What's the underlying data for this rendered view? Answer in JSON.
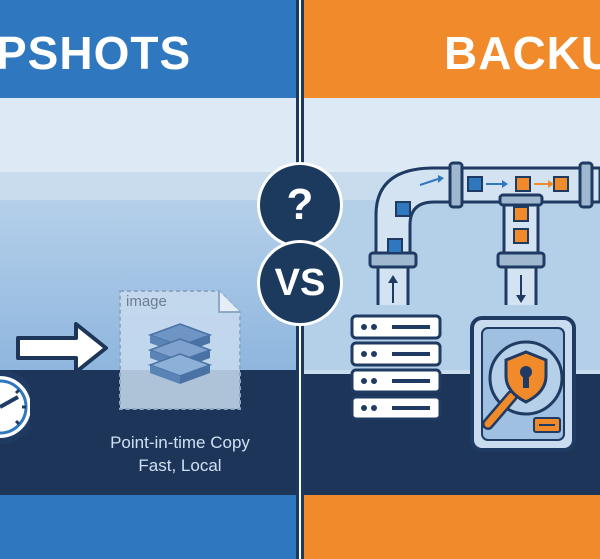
{
  "snapshots": {
    "title": "PSHOTS",
    "doc_label": "image",
    "caption_line1": "Point-in-time Copy",
    "caption_line2": "Fast, Local"
  },
  "backups": {
    "title": "BACKU"
  },
  "badges": {
    "question": "?",
    "versus": "VS"
  },
  "colors": {
    "snapshot_accent": "#2f78c0",
    "backup_accent": "#f08a2a",
    "navy": "#1c3558"
  },
  "icons": [
    "clock-icon",
    "arrow-right-icon",
    "stacked-layers-icon",
    "pipeline-icon",
    "server-rack-icon",
    "hard-drive-icon",
    "shield-lock-icon"
  ]
}
